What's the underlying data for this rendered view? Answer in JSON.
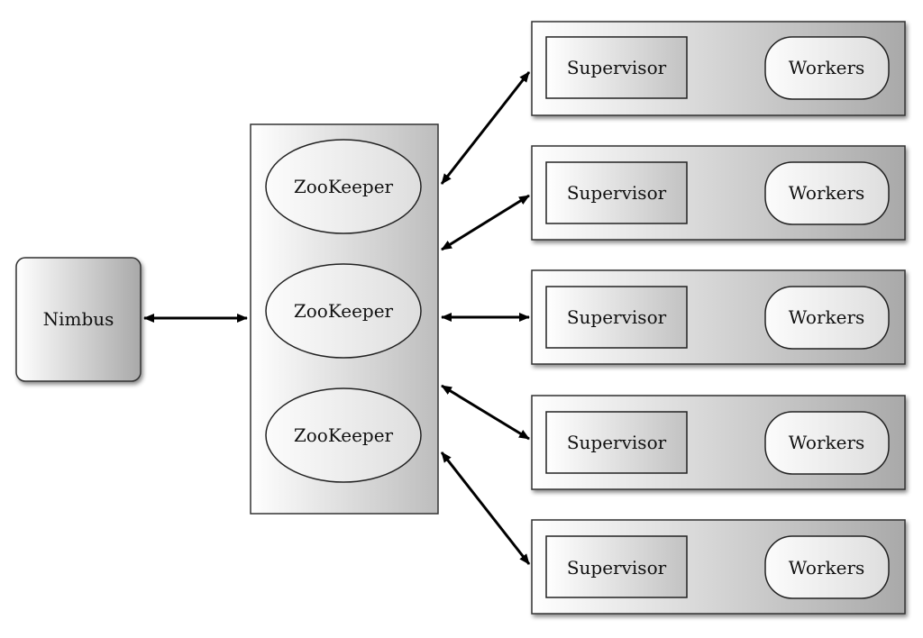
{
  "nimbus": {
    "label": "Nimbus"
  },
  "zookeeper_cluster": {
    "nodes": [
      {
        "label": "ZooKeeper"
      },
      {
        "label": "ZooKeeper"
      },
      {
        "label": "ZooKeeper"
      }
    ]
  },
  "supervisor_nodes": [
    {
      "supervisor_label": "Supervisor",
      "workers_label": "Workers"
    },
    {
      "supervisor_label": "Supervisor",
      "workers_label": "Workers"
    },
    {
      "supervisor_label": "Supervisor",
      "workers_label": "Workers"
    },
    {
      "supervisor_label": "Supervisor",
      "workers_label": "Workers"
    },
    {
      "supervisor_label": "Supervisor",
      "workers_label": "Workers"
    }
  ],
  "connections": {
    "nimbus_to_zookeeper": "bidirectional",
    "zookeeper_to_supervisors": "bidirectional"
  }
}
